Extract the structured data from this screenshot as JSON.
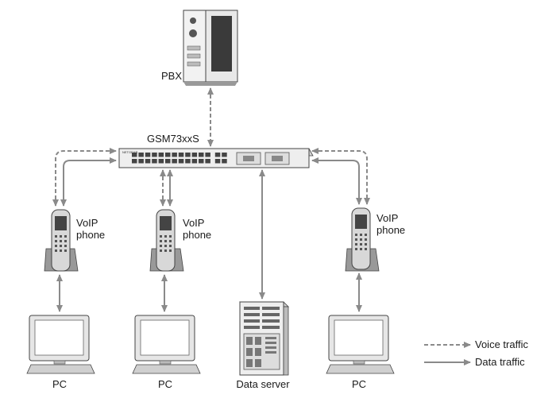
{
  "labels": {
    "pbx": "PBX",
    "switch": "GSM73xxS",
    "voip_phone_1": "VoIP\nphone",
    "voip_phone_2": "VoIP\nphone",
    "voip_phone_3": "VoIP\nphone",
    "pc_1": "PC",
    "pc_2": "PC",
    "pc_3": "PC",
    "data_server": "Data server"
  },
  "legend": {
    "voice": "Voice traffic",
    "data": "Data traffic"
  },
  "switch_brand_text": "NETGEAR",
  "colors": {
    "arrow": "#8a8a8a",
    "device_outline": "#444444",
    "device_fill": "#e6e6e6"
  }
}
